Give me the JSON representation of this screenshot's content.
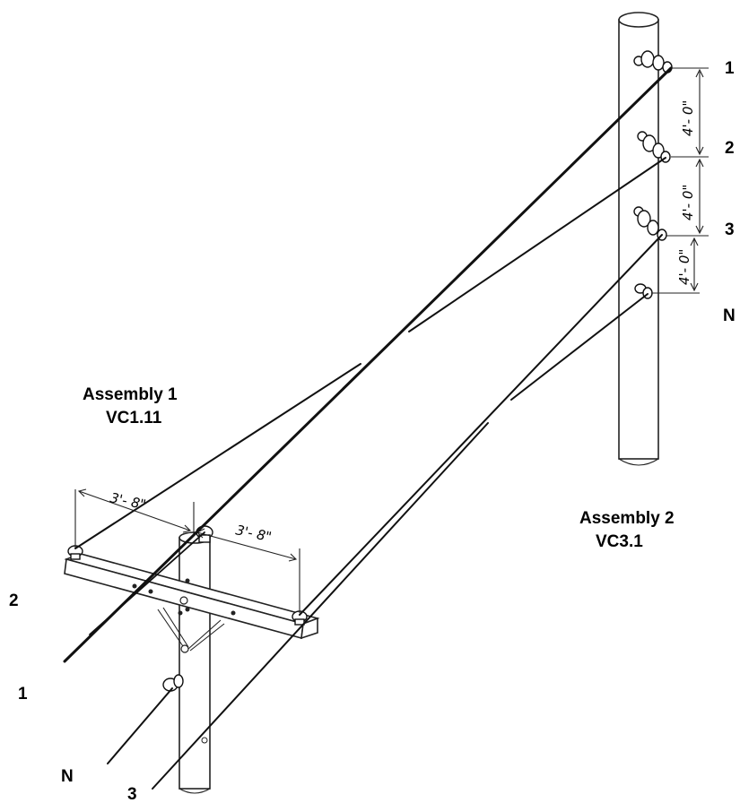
{
  "assembly_1": {
    "title": "Assembly 1",
    "code": "VC1.11"
  },
  "assembly_2": {
    "title": "Assembly 2",
    "code": "VC3.1"
  },
  "right_phase_labels": [
    "1",
    "2",
    "3",
    "N"
  ],
  "left_phase_labels": [
    "2",
    "1",
    "N",
    "3"
  ],
  "vertical_spacing": [
    "4'- 0\"",
    "4'- 0\"",
    "4'- 0\""
  ],
  "crossarm_spacing_left": "3'- 8\"",
  "crossarm_spacing_right": "3'- 8\""
}
